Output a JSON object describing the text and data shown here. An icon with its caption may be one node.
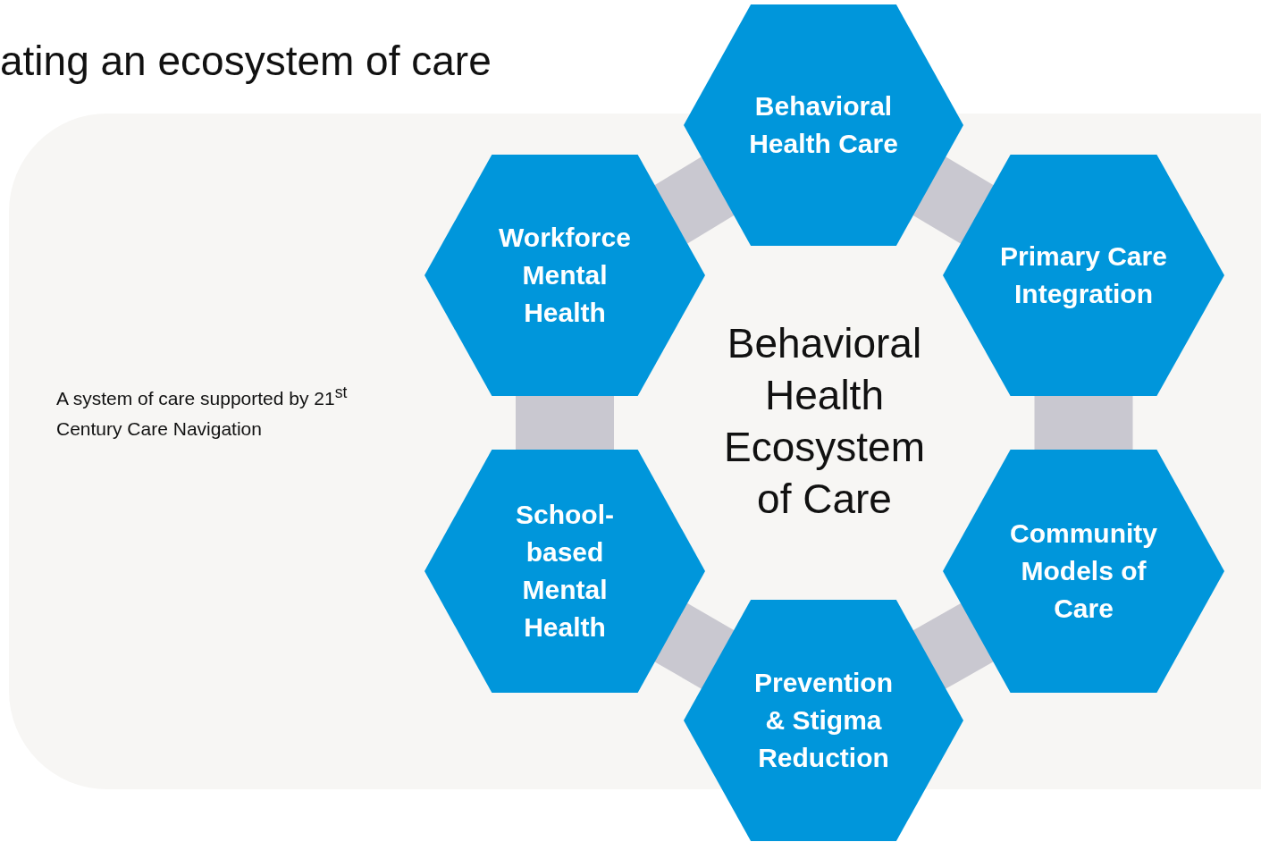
{
  "diagram": {
    "title": "ating an ecosystem of care",
    "nodes": [
      {
        "text": [
          "Behavioral Health Care"
        ]
      },
      {
        "text": [
          "Workforce Mental Health"
        ]
      },
      {
        "text": [
          "Primary Care Integration"
        ]
      },
      {
        "text": [
          "School-based Mental Health"
        ]
      },
      {
        "text": [
          "Community Models of Care"
        ]
      },
      {
        "text": [
          "Prevention & Stigma Reduction"
        ]
      }
    ],
    "edges": [
      {
        "from": 0,
        "to": 2,
        "arrow": "none"
      },
      {
        "from": 2,
        "to": 4,
        "arrow": "none"
      },
      {
        "from": 4,
        "to": 5,
        "arrow": "none"
      },
      {
        "from": 5,
        "to": 3,
        "arrow": "none"
      },
      {
        "from": 3,
        "to": 1,
        "arrow": "none"
      },
      {
        "from": 1,
        "to": 0,
        "arrow": "none"
      }
    ],
    "labels": [
      "Behavioral Health Ecosystem of Care",
      "A system of care supported by 21$^{st}$ Century Care Navigation"
    ]
  }
}
